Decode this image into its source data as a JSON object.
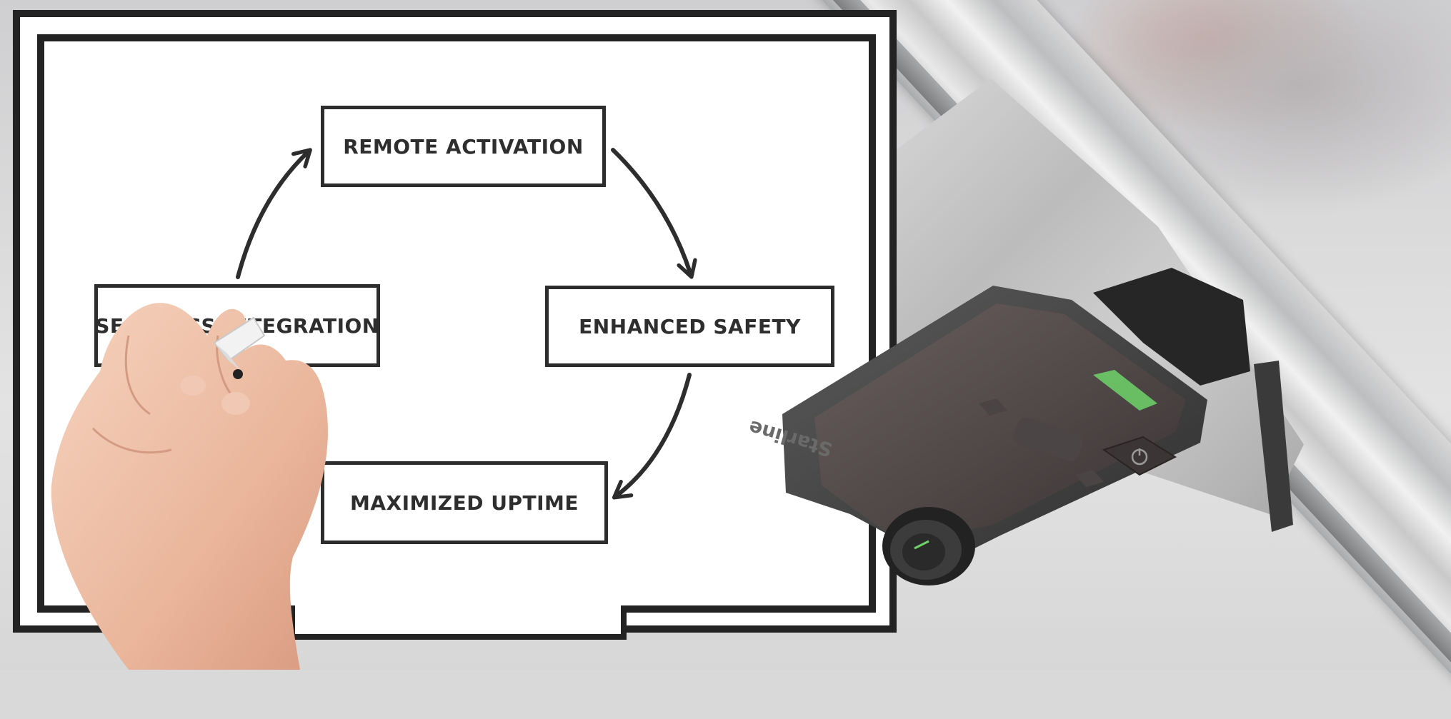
{
  "cycle_diagram": {
    "nodes": [
      {
        "id": "remote",
        "label": "REMOTE ACTIVATION"
      },
      {
        "id": "safety",
        "label": "ENHANCED SAFETY"
      },
      {
        "id": "uptime",
        "label": "MAXIMIZED UPTIME"
      },
      {
        "id": "integration",
        "label": "SEAMLESS INTEGRATION"
      }
    ],
    "flow": [
      "remote",
      "safety",
      "uptime",
      "integration",
      "remote"
    ]
  },
  "product": {
    "brand": "Starline",
    "power_icon": "power-icon",
    "status_led_color": "#6fd36a"
  },
  "colors": {
    "ink": "#2d2d2d",
    "device_body": "#4a4a4a",
    "device_face": "#5a5050",
    "carrier": "#c4c4c4"
  }
}
